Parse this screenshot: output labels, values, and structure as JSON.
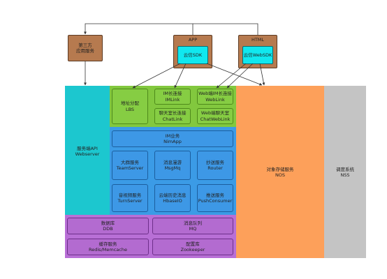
{
  "client": {
    "third_party": {
      "line1": "第三方",
      "line2": "应用服务"
    },
    "app": {
      "title": "APP",
      "sdk": "云信SDK"
    },
    "html": {
      "title": "HTML",
      "sdk": "云信WebSDK"
    }
  },
  "server_api": {
    "line1": "服务端API",
    "line2": "Webserver"
  },
  "access": {
    "lbs": {
      "line1": "地址分配",
      "line2": "LBS"
    },
    "imlink": {
      "line1": "IM长连接",
      "line2": "IMLink"
    },
    "weblink": {
      "line1": "Web端IM长连接",
      "line2": "WebLink"
    },
    "chatlink": {
      "line1": "聊天室长连接",
      "line2": "ChatLink"
    },
    "chatweblink": {
      "line1": "Web端聊天室",
      "line2": "ChatWebLink"
    }
  },
  "service": {
    "nimapp": {
      "line1": "IM业务",
      "line2": "NimApp"
    },
    "teamserver": {
      "line1": "大群服务",
      "line2": "TeamServer"
    },
    "msgmq": {
      "line1": "消息漫游",
      "line2": "MsgMq"
    },
    "router": {
      "line1": "抄送服务",
      "line2": "Router"
    },
    "turnserver": {
      "line1": "音视频服务",
      "line2": "TurnServer"
    },
    "hbaseio": {
      "line1": "云端历史消息",
      "line2": "HbaseIO"
    },
    "pushconsumer": {
      "line1": "推送服务",
      "line2": "PushConsumer"
    }
  },
  "storage": {
    "ddb": {
      "line1": "数据库",
      "line2": "DDB"
    },
    "mq": {
      "line1": "消息队列",
      "line2": "MQ"
    },
    "redis": {
      "line1": "缓存服务",
      "line2": "Redis/Memcache"
    },
    "zookeeper": {
      "line1": "配置库",
      "line2": "Zookeeper"
    }
  },
  "nos": {
    "line1": "对象存储服务",
    "line2": "NOS"
  },
  "nss": {
    "line1": "调度系统",
    "line2": "NSS"
  },
  "colors": {
    "teal": "#1cc7cf",
    "orange": "#fda05a",
    "gray": "#c4c4c4",
    "purple": "#b86fd6",
    "green": "#82c83e",
    "blue": "#3b9be6",
    "brown": "#b67a4f",
    "cyan": "#10e8ef"
  }
}
